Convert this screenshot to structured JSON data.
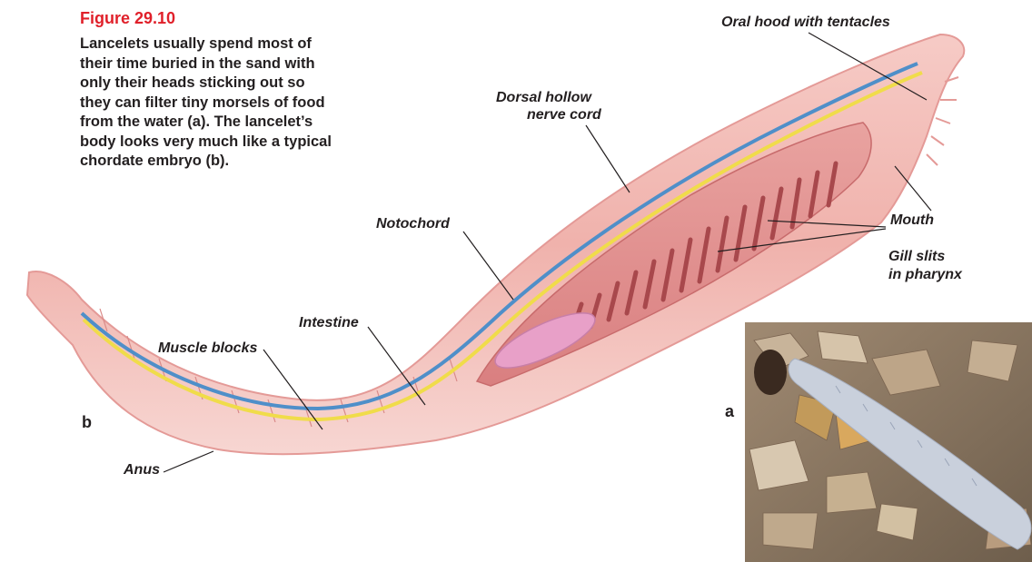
{
  "figure": {
    "number": "Figure 29.10",
    "caption_parts": [
      "Lancelets usually spend most of their time buried in the sand with only their heads sticking out so they can filter tiny morsels of food from the water (",
      "a",
      "). The lancelet’s body looks very much like a typical chordate embryo (",
      "b",
      ")."
    ]
  },
  "panels": {
    "a": "a",
    "b": "b"
  },
  "labels": {
    "oral_hood": "Oral hood with tentacles",
    "nerve_cord_line1": "Dorsal hollow",
    "nerve_cord_line2": "nerve cord",
    "mouth": "Mouth",
    "notochord": "Notochord",
    "gill_slits_line1": "Gill slits",
    "gill_slits_line2": "in pharynx",
    "intestine": "Intestine",
    "muscle_blocks": "Muscle blocks",
    "anus": "Anus"
  },
  "colors": {
    "title": "#e0202a",
    "text": "#231f20",
    "body": "#f2b9b4",
    "pharynx": "#e08f8e",
    "nerve_cord": "#4f8fc9",
    "notochord": "#f0dc4a"
  }
}
